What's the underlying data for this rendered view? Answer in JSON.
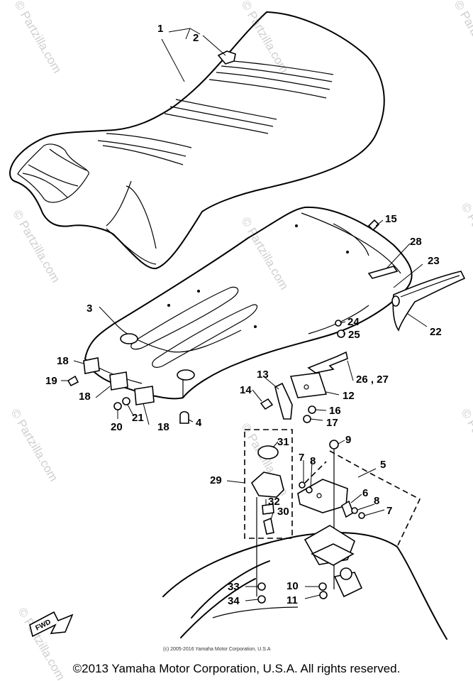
{
  "watermarks": {
    "text": "© Partzilla.com"
  },
  "fwd_label": "FWD",
  "footer_small": "(c) 2005-2016 Yamaha Motor Corporation, U.S.A",
  "copyright": "©2013 Yamaha Motor Corporation, U.S.A. All rights reserved.",
  "callouts": [
    {
      "id": "c1",
      "text": "1"
    },
    {
      "id": "c2",
      "text": "2"
    },
    {
      "id": "c3",
      "text": "3"
    },
    {
      "id": "c4",
      "text": "4"
    },
    {
      "id": "c5",
      "text": "5"
    },
    {
      "id": "c6",
      "text": "6"
    },
    {
      "id": "c7a",
      "text": "7"
    },
    {
      "id": "c7b",
      "text": "7"
    },
    {
      "id": "c8a",
      "text": "8"
    },
    {
      "id": "c8b",
      "text": "8"
    },
    {
      "id": "c9",
      "text": "9"
    },
    {
      "id": "c10",
      "text": "10"
    },
    {
      "id": "c11",
      "text": "11"
    },
    {
      "id": "c12",
      "text": "12"
    },
    {
      "id": "c13",
      "text": "13"
    },
    {
      "id": "c14",
      "text": "14"
    },
    {
      "id": "c15",
      "text": "15"
    },
    {
      "id": "c16",
      "text": "16"
    },
    {
      "id": "c17",
      "text": "17"
    },
    {
      "id": "c18a",
      "text": "18"
    },
    {
      "id": "c18b",
      "text": "18"
    },
    {
      "id": "c18c",
      "text": "18"
    },
    {
      "id": "c19",
      "text": "19"
    },
    {
      "id": "c20",
      "text": "20"
    },
    {
      "id": "c21",
      "text": "21"
    },
    {
      "id": "c22",
      "text": "22"
    },
    {
      "id": "c23",
      "text": "23"
    },
    {
      "id": "c24",
      "text": "24"
    },
    {
      "id": "c25",
      "text": "25"
    },
    {
      "id": "c26",
      "text": "26 , 27"
    },
    {
      "id": "c28",
      "text": "28"
    },
    {
      "id": "c29",
      "text": "29"
    },
    {
      "id": "c30",
      "text": "30"
    },
    {
      "id": "c31",
      "text": "31"
    },
    {
      "id": "c32",
      "text": "32"
    },
    {
      "id": "c33",
      "text": "33"
    },
    {
      "id": "c34",
      "text": "34"
    }
  ]
}
